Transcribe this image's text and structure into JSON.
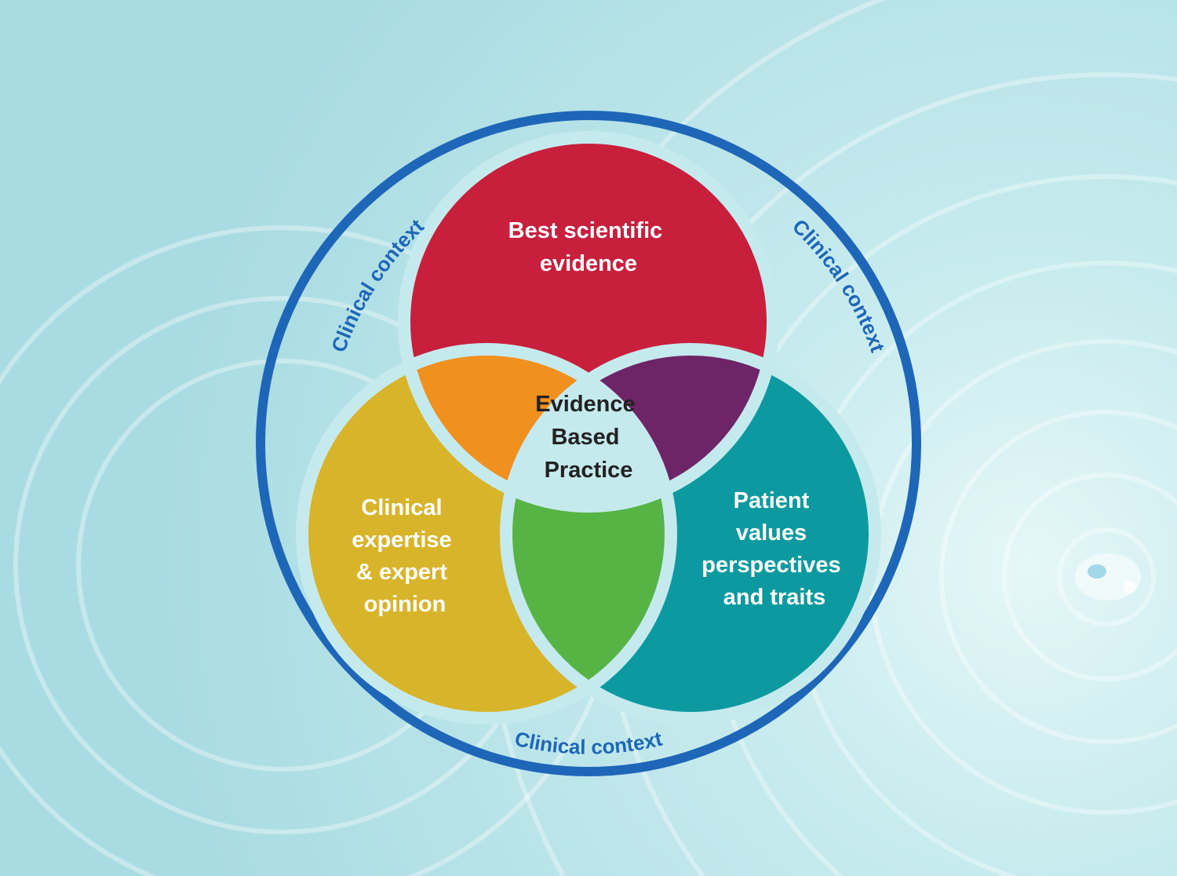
{
  "colors": {
    "background": "#bfe6ea",
    "ring": "#1e66b8",
    "evidence": "#c81f3c",
    "expertise": "#d8b42a",
    "patient": "#0c9aa0",
    "overlap_evidence_expertise": "#f0901f",
    "overlap_evidence_patient": "#6e2568",
    "overlap_expertise_patient": "#56b445",
    "center": "#c5eaee"
  },
  "diagram": {
    "center_label": [
      "Evidence",
      "Based",
      "Practice"
    ],
    "circles": [
      {
        "id": "evidence",
        "label": [
          "Best scientific",
          "evidence"
        ]
      },
      {
        "id": "expertise",
        "label": [
          "Clinical",
          "expertise",
          "& expert",
          "opinion"
        ]
      },
      {
        "id": "patient",
        "label": [
          "Patient",
          "values",
          "perspectives",
          "and traits"
        ]
      }
    ],
    "context_label": "Clinical context"
  }
}
